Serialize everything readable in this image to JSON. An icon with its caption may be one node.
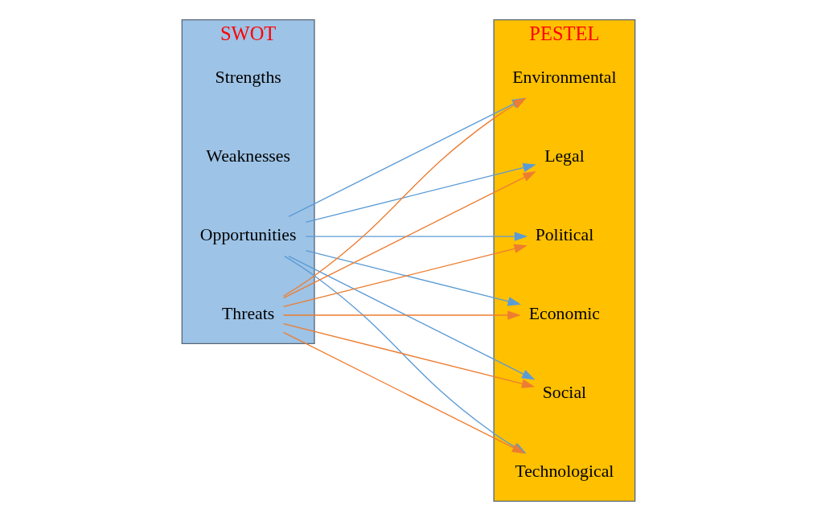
{
  "diagram": {
    "nodes": [
      {
        "text": [
          "SWOT"
        ]
      },
      {
        "text": [
          "Strengths"
        ],
        "in": 0
      },
      {
        "text": [
          "Weaknesses"
        ],
        "in": 0
      },
      {
        "text": [
          "Opportunities"
        ],
        "in": 0
      },
      {
        "text": [
          "Threats"
        ],
        "in": 0
      },
      {
        "text": [
          "PESTEL"
        ]
      },
      {
        "text": [
          "Political"
        ],
        "in": 5
      },
      {
        "text": [
          "Economic"
        ],
        "in": 5
      },
      {
        "text": [
          "Social"
        ],
        "in": 5
      },
      {
        "text": [
          "Technological"
        ],
        "in": 5
      },
      {
        "text": [
          "Environmental"
        ],
        "in": 5
      },
      {
        "text": [
          "Legal"
        ],
        "in": 5
      }
    ],
    "edges": [
      {
        "from": 3,
        "to": 6,
        "arrow": "to",
        "color": "#5b9bd5"
      },
      {
        "from": 3,
        "to": 7,
        "arrow": "to",
        "color": "#5b9bd5"
      },
      {
        "from": 3,
        "to": 8,
        "arrow": "to",
        "color": "#5b9bd5"
      },
      {
        "from": 3,
        "to": 9,
        "arrow": "to",
        "color": "#5b9bd5"
      },
      {
        "from": 3,
        "to": 10,
        "arrow": "to",
        "color": "#5b9bd5"
      },
      {
        "from": 3,
        "to": 11,
        "arrow": "to",
        "color": "#5b9bd5"
      },
      {
        "from": 4,
        "to": 6,
        "arrow": "to",
        "color": "#ed7d31"
      },
      {
        "from": 4,
        "to": 7,
        "arrow": "to",
        "color": "#ed7d31"
      },
      {
        "from": 4,
        "to": 8,
        "arrow": "to",
        "color": "#ed7d31"
      },
      {
        "from": 4,
        "to": 9,
        "arrow": "to",
        "color": "#ed7d31"
      },
      {
        "from": 4,
        "to": 10,
        "arrow": "to",
        "color": "#ed7d31"
      },
      {
        "from": 4,
        "to": 11,
        "arrow": "to",
        "color": "#ed7d31"
      }
    ]
  }
}
